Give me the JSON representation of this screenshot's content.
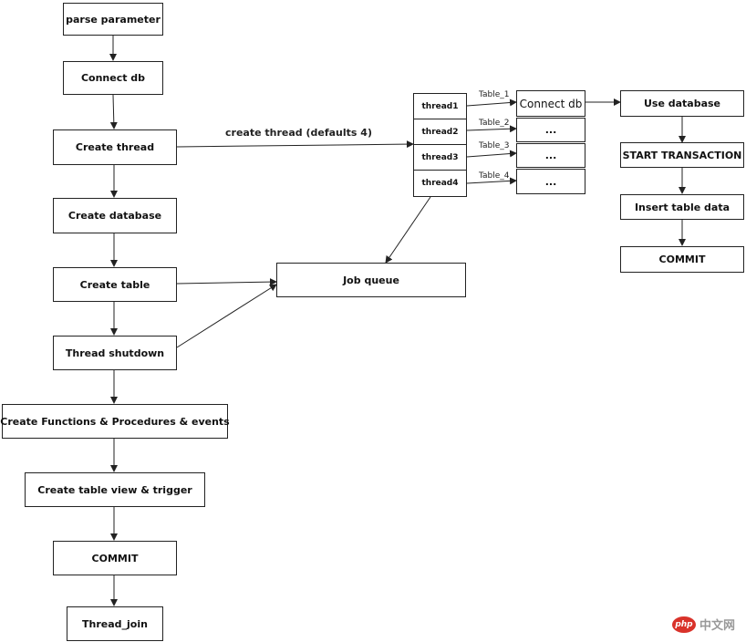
{
  "flow": {
    "parse_parameter": "parse parameter",
    "connect_db": "Connect db",
    "create_thread": "Create thread",
    "create_database": "Create database",
    "create_table": "Create table",
    "thread_shutdown": "Thread shutdown",
    "create_functions": "Create Functions & Procedures & events",
    "create_view_trigger": "Create table view & trigger",
    "commit": "COMMIT",
    "thread_join": "Thread_join"
  },
  "edge_label": "create thread (defaults 4)",
  "job_queue": "Job queue",
  "threads": [
    "thread1",
    "thread2",
    "thread3",
    "thread4"
  ],
  "tables": [
    "Table_1",
    "Table_2",
    "Table_3",
    "Table_4"
  ],
  "workers": {
    "connect_db": "Connect db",
    "ellipsis": "..."
  },
  "txn": {
    "use_database": "Use database",
    "start_transaction": "START TRANSACTION",
    "insert_data": "Insert table data",
    "commit": "COMMIT"
  },
  "watermark": {
    "logo": "php",
    "text": "中文网"
  },
  "colors": {
    "stroke": "#222222",
    "watermark_red": "#d9322a"
  }
}
